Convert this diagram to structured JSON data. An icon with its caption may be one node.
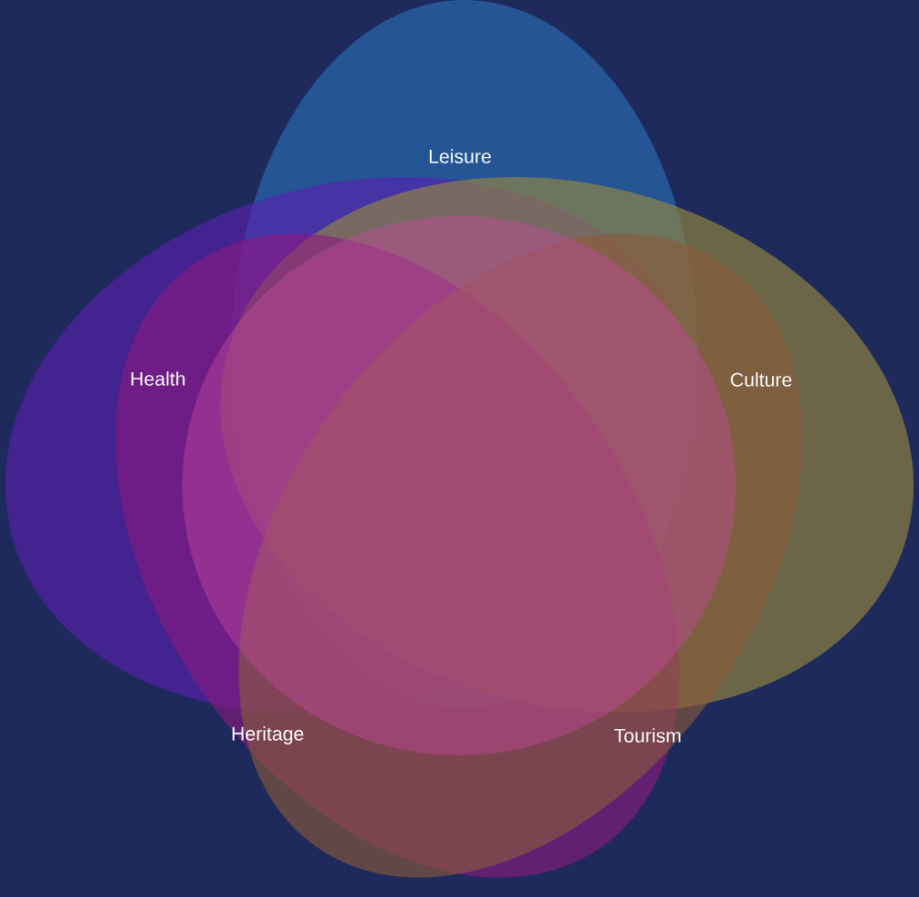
{
  "diagram": {
    "nodes": [
      {
        "text": [
          "Leisure"
        ]
      },
      {
        "text": [
          "Health"
        ]
      },
      {
        "text": [
          "Culture"
        ]
      },
      {
        "text": [
          "Heritage"
        ]
      },
      {
        "text": [
          "Tourism"
        ]
      },
      {
        "text": [],
        "shape": "circle"
      }
    ]
  }
}
